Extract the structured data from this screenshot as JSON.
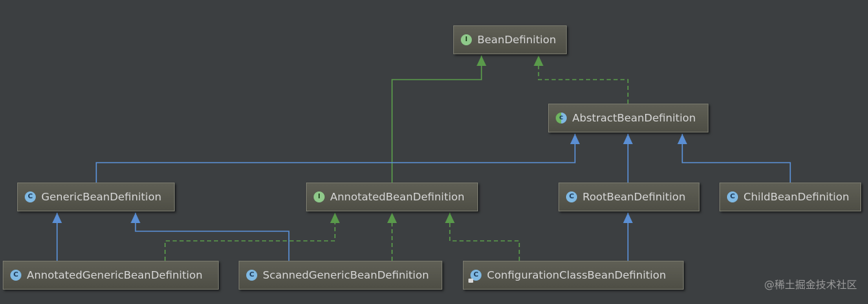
{
  "colors": {
    "background": "#3c3f41",
    "extends_edge": "#5b8fd4",
    "implements_edge": "#5a9a4b",
    "interface_badge": "#8fc98a",
    "class_badge": "#80b9e3"
  },
  "nodes": {
    "bean_definition": {
      "label": "BeanDefinition",
      "badge_letter": "I",
      "kind": "interface"
    },
    "abstract_bean_definition": {
      "label": "AbstractBeanDefinition",
      "badge_letter": "c",
      "kind": "abstract-class"
    },
    "generic_bean_definition": {
      "label": "GenericBeanDefinition",
      "badge_letter": "C",
      "kind": "class"
    },
    "annotated_bean_definition": {
      "label": "AnnotatedBeanDefinition",
      "badge_letter": "I",
      "kind": "interface"
    },
    "root_bean_definition": {
      "label": "RootBeanDefinition",
      "badge_letter": "C",
      "kind": "class"
    },
    "child_bean_definition": {
      "label": "ChildBeanDefinition",
      "badge_letter": "C",
      "kind": "class"
    },
    "annotated_generic_bean_definition": {
      "label": "AnnotatedGenericBeanDefinition",
      "badge_letter": "C",
      "kind": "class"
    },
    "scanned_generic_bean_definition": {
      "label": "ScannedGenericBeanDefinition",
      "badge_letter": "C",
      "kind": "class"
    },
    "configuration_class_bean_definition": {
      "label": "ConfigurationClassBeanDefinition",
      "badge_letter": "C",
      "kind": "class"
    }
  },
  "relations": [
    {
      "from": "abstract_bean_definition",
      "to": "bean_definition",
      "type": "implements"
    },
    {
      "from": "annotated_bean_definition",
      "to": "bean_definition",
      "type": "extends-interface"
    },
    {
      "from": "generic_bean_definition",
      "to": "abstract_bean_definition",
      "type": "extends"
    },
    {
      "from": "root_bean_definition",
      "to": "abstract_bean_definition",
      "type": "extends"
    },
    {
      "from": "child_bean_definition",
      "to": "abstract_bean_definition",
      "type": "extends"
    },
    {
      "from": "annotated_generic_bean_definition",
      "to": "generic_bean_definition",
      "type": "extends"
    },
    {
      "from": "scanned_generic_bean_definition",
      "to": "generic_bean_definition",
      "type": "extends"
    },
    {
      "from": "annotated_generic_bean_definition",
      "to": "annotated_bean_definition",
      "type": "implements"
    },
    {
      "from": "scanned_generic_bean_definition",
      "to": "annotated_bean_definition",
      "type": "implements"
    },
    {
      "from": "configuration_class_bean_definition",
      "to": "annotated_bean_definition",
      "type": "implements"
    },
    {
      "from": "configuration_class_bean_definition",
      "to": "root_bean_definition",
      "type": "extends"
    }
  ],
  "watermark": "@稀土掘金技术社区"
}
